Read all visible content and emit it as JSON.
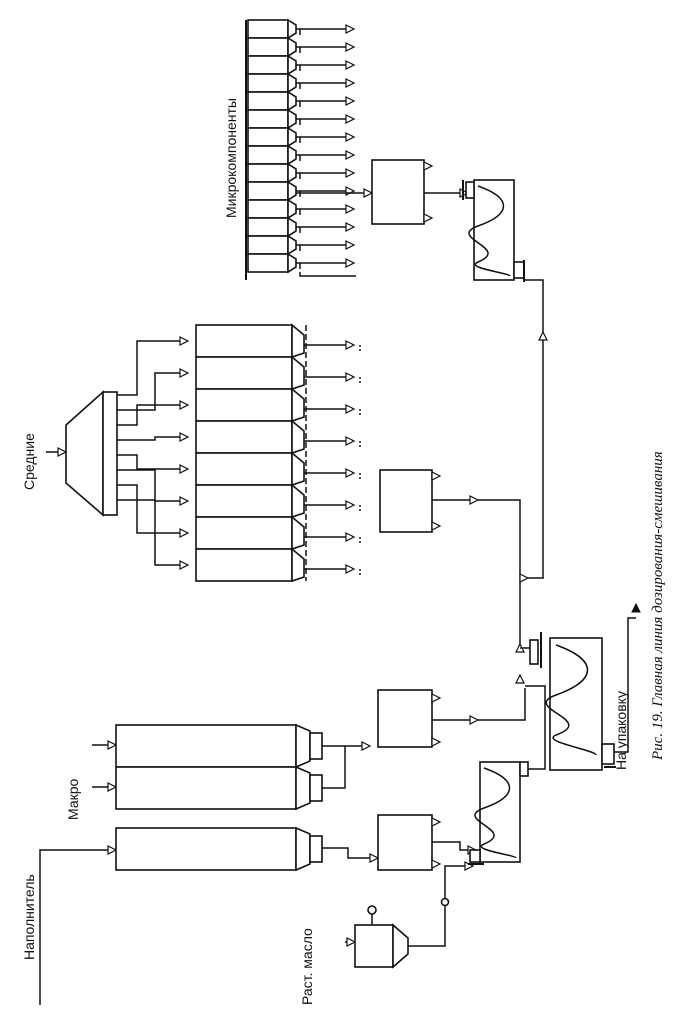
{
  "labels": {
    "filler": "Наполнитель",
    "macro": "Макро",
    "medium": "Средние",
    "micro": "Микрокомпоненты",
    "oil": "Раст. масло",
    "packing": "На упаковку"
  },
  "caption": "Рис. 19. Главная линия дозирования-смешивания",
  "colors": {
    "ink": "#111111",
    "paper": "#ffffff"
  }
}
